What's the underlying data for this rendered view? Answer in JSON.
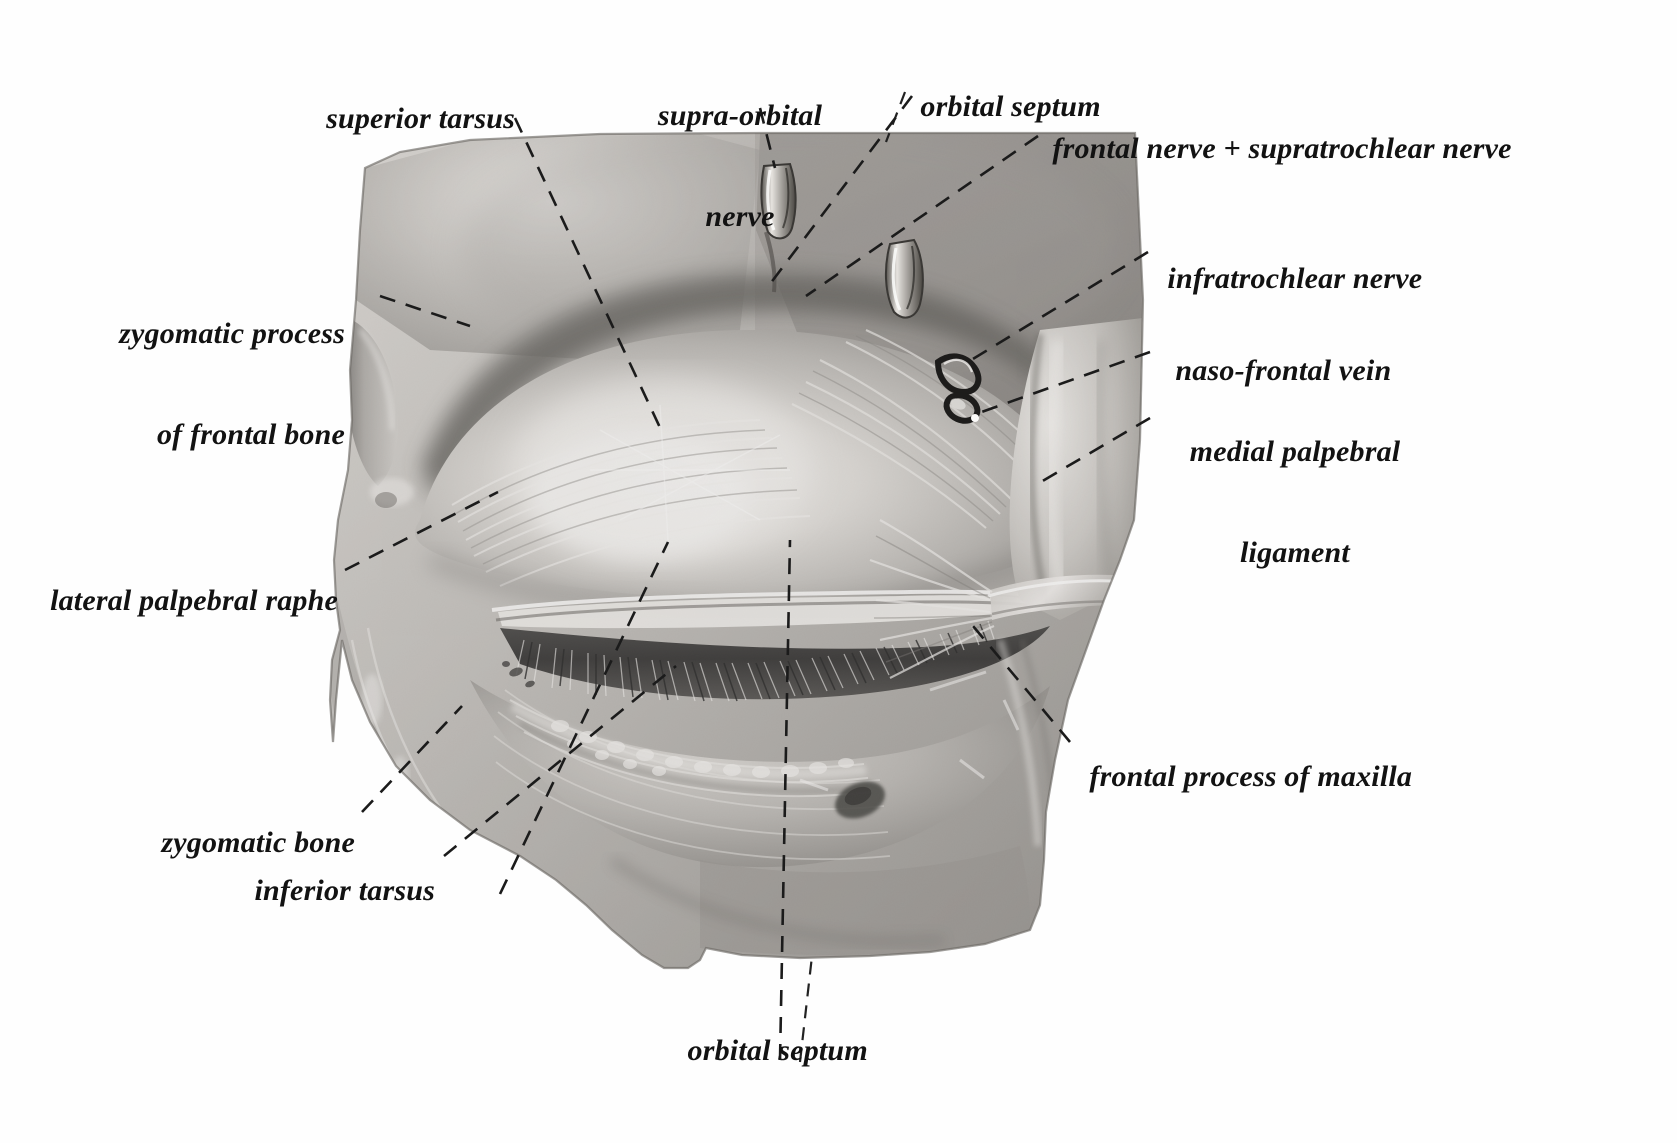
{
  "plate": {
    "kind": "anatomical-illustration",
    "subject": "Dissection of the left orbital region showing the orbicularis oculi, orbital septum and palpebral structures",
    "palette": {
      "background": "#ffffff",
      "ink": "#121212",
      "leader_line": "#1b1b1b",
      "specimen_light": "#e8e6e3",
      "specimen_mid": "#b3b0ac",
      "specimen_shadow": "#6f6c69",
      "specimen_dark": "#3d3b39"
    }
  },
  "labels": [
    {
      "id": "superior-tarsus",
      "text": "superior tarsus",
      "lines": [
        "superior tarsus"
      ]
    },
    {
      "id": "supra-orbital-nerve",
      "text": "supra-orbital nerve",
      "lines": [
        "supra-orbital",
        "nerve"
      ]
    },
    {
      "id": "orbital-septum-top",
      "text": "orbital septum",
      "lines": [
        "orbital septum"
      ]
    },
    {
      "id": "frontal-supratrochlear",
      "text": "frontal nerve + supratrochlear nerve",
      "lines": [
        "frontal nerve + supratrochlear nerve"
      ]
    },
    {
      "id": "infratrochlear-nerve",
      "text": "infratrochlear nerve",
      "lines": [
        "infratrochlear nerve"
      ]
    },
    {
      "id": "naso-frontal-vein",
      "text": "naso-frontal vein",
      "lines": [
        "naso-frontal vein"
      ]
    },
    {
      "id": "medial-palpebral-ligament",
      "text": "medial palpebral ligament",
      "lines": [
        "medial palpebral",
        "ligament"
      ]
    },
    {
      "id": "zygomatic-process-frontal-bone",
      "text": "zygomatic process of frontal bone",
      "lines": [
        "zygomatic process",
        "of frontal bone"
      ]
    },
    {
      "id": "lateral-palpebral-raphe",
      "text": "lateral palpebral raphe",
      "lines": [
        "lateral palpebral raphe"
      ]
    },
    {
      "id": "zygomatic-bone",
      "text": "zygomatic bone",
      "lines": [
        "zygomatic bone"
      ]
    },
    {
      "id": "inferior-tarsus",
      "text": "inferior tarsus",
      "lines": [
        "inferior tarsus"
      ]
    },
    {
      "id": "frontal-process-maxilla",
      "text": "frontal process of maxilla",
      "lines": [
        "frontal process of maxilla"
      ]
    },
    {
      "id": "orbital-septum-bottom",
      "text": "orbital septum",
      "lines": [
        "orbital septum"
      ]
    }
  ],
  "label_text": {
    "superior_tarsus": "superior tarsus",
    "supra_orbital_nerve_l1": "supra-orbital",
    "supra_orbital_nerve_l2": "nerve",
    "orbital_septum_top": "orbital septum",
    "frontal_supratrochlear": "frontal nerve + supratrochlear nerve",
    "infratrochlear_nerve": "infratrochlear nerve",
    "naso_frontal_vein": "naso-frontal vein",
    "medial_palpebral_l1": "medial palpebral",
    "medial_palpebral_l2": "ligament",
    "zygomatic_process_l1": "zygomatic process",
    "zygomatic_process_l2": "of frontal bone",
    "lateral_palpebral_raphe": "lateral palpebral raphe",
    "zygomatic_bone": "zygomatic bone",
    "inferior_tarsus": "inferior tarsus",
    "frontal_process_maxilla": "frontal process of maxilla",
    "orbital_septum_bottom": "orbital septum"
  },
  "structures": [
    "orbicularis oculi — orbital part",
    "orbicularis oculi — palpebral part",
    "superior tarsal plate",
    "inferior tarsal plate",
    "orbital septum",
    "medial palpebral ligament",
    "lateral palpebral raphe",
    "supra-orbital nerve stump",
    "frontal and supratrochlear nerve stump",
    "infratrochlear nerve",
    "naso-frontal vein",
    "zygomatic process of frontal bone",
    "zygomatic bone",
    "frontal process of maxilla",
    "eyelashes (cilia)"
  ]
}
